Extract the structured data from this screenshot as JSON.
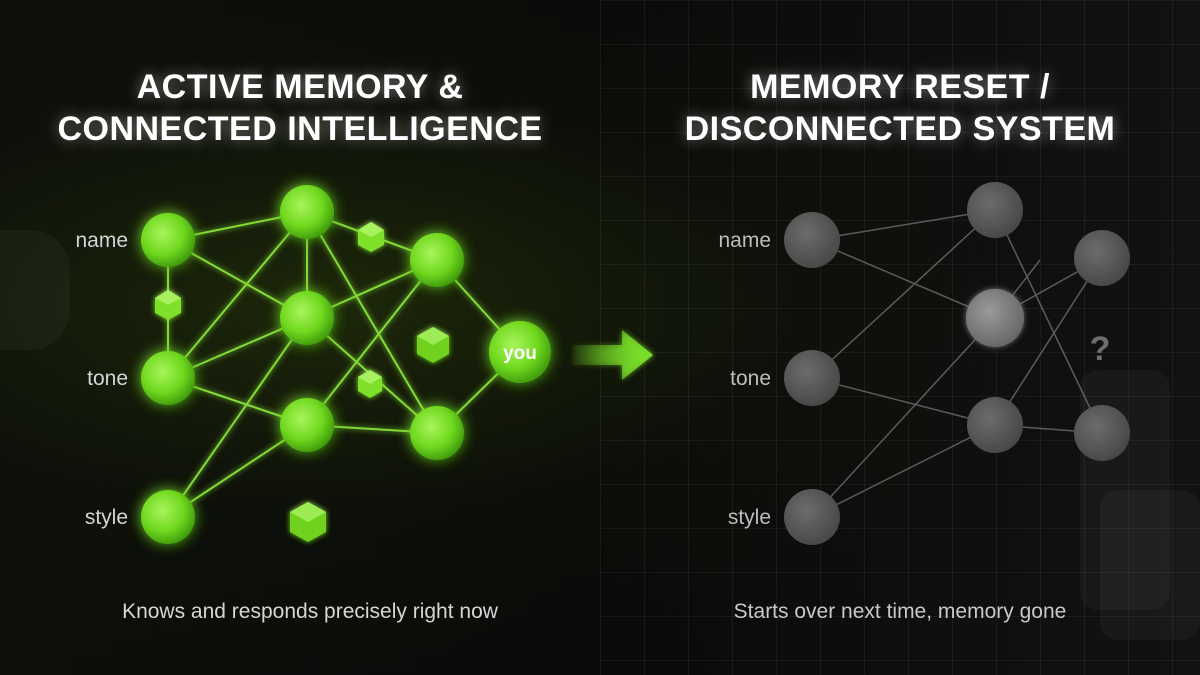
{
  "left_panel": {
    "title_line1": "ACTIVE MEMORY &",
    "title_line2": "CONNECTED INTELLIGENCE",
    "labels": [
      "name",
      "tone",
      "style"
    ],
    "output_node": "you",
    "caption": "Knows and responds precisely right now"
  },
  "right_panel": {
    "title_line1": "MEMORY RESET /",
    "title_line2": "DISCONNECTED SYSTEM",
    "labels": [
      "name",
      "tone",
      "style"
    ],
    "unknown_mark": "?",
    "caption": "Starts over next time, memory gone"
  },
  "colors": {
    "active_green": "#7be22a",
    "inactive_grey": "#5a5a5a",
    "background": "#0b0c0a"
  }
}
